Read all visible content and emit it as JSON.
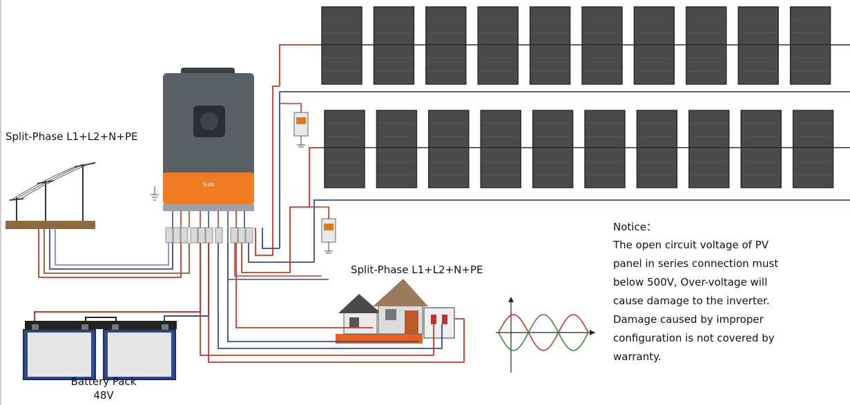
{
  "grid": {
    "label": "Split-Phase L1+L2+N+PE"
  },
  "load": {
    "label": "Split-Phase L1+L2+N+PE"
  },
  "battery": {
    "line1": "Battery Pack",
    "line2": "48V"
  },
  "inverter": {
    "brand": "Sulo"
  },
  "notice": {
    "title": "Notice：",
    "lines": [
      "The open circuit voltage of PV",
      "panel in series connection must",
      "below 500V, Over-voltage will",
      "cause damage to the inverter.",
      "Damage caused by improper",
      "configuration is not covered by",
      "warranty."
    ]
  },
  "pv_array": {
    "strings": 2,
    "panels_per_string": 10
  },
  "colors": {
    "panel": "#4a4a4a",
    "panel_frame": "#2b2b2b",
    "wire_red": "#c0392b",
    "wire_blue": "#3a4a8a",
    "wire_brown": "#8b5a2b",
    "inverter_body": "#5a5f66",
    "inverter_accent": "#f07b22",
    "sine_red": "#c0392b",
    "sine_green": "#2f8f3a"
  }
}
